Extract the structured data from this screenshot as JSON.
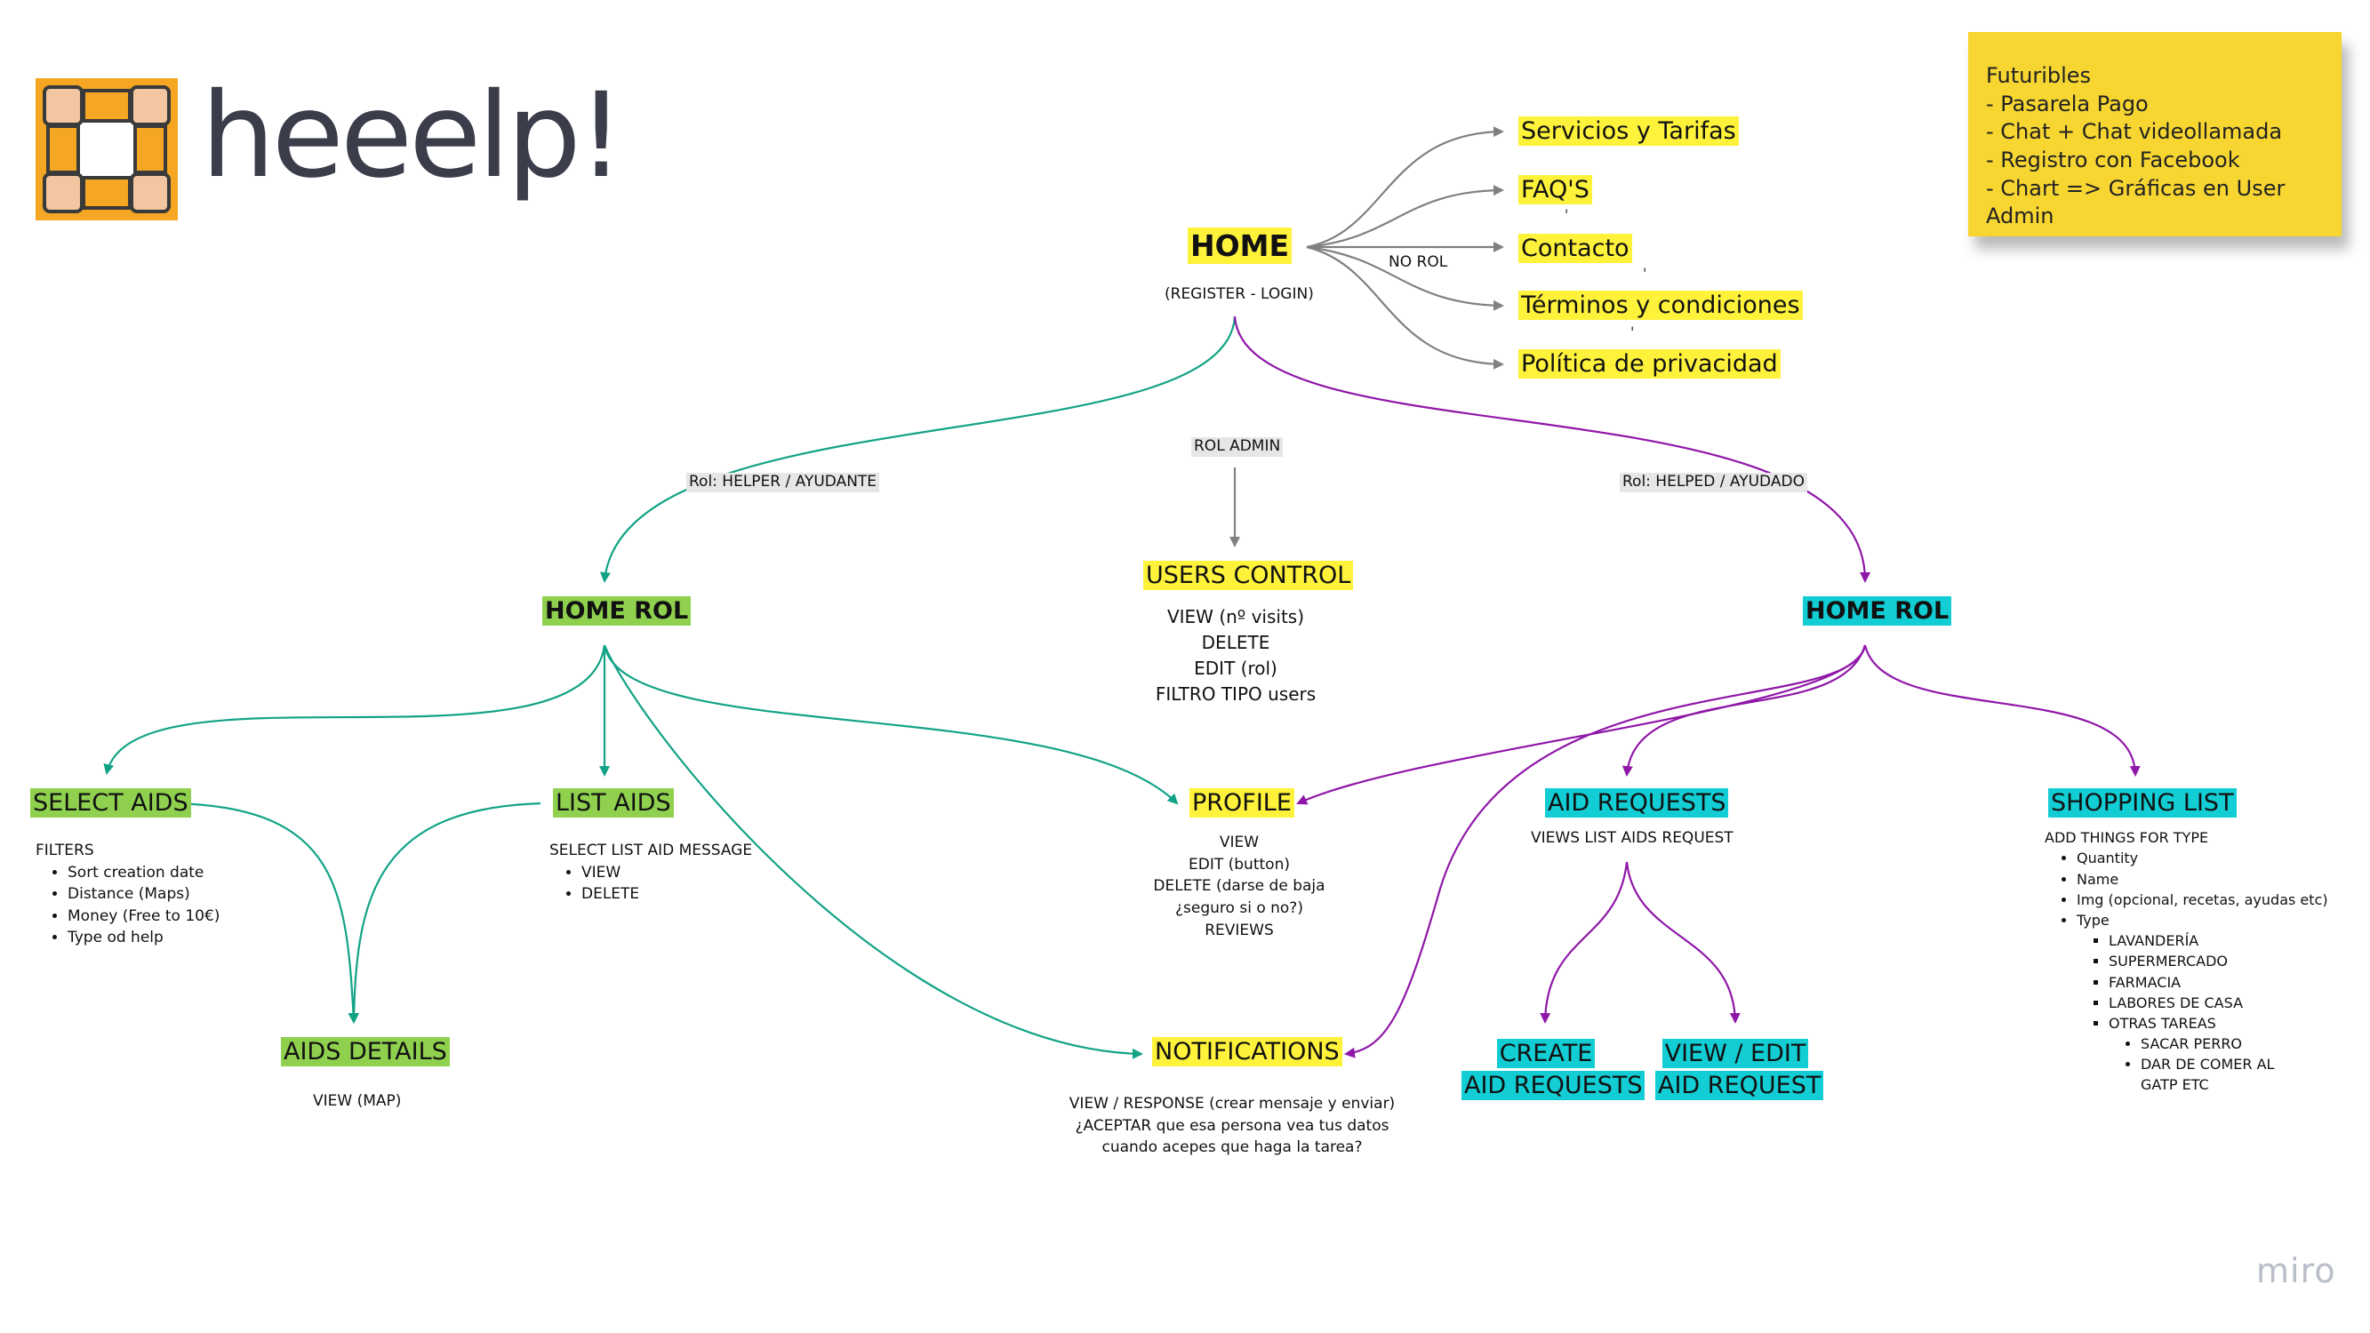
{
  "brand": {
    "name": "heeelp!"
  },
  "watermark": "miro",
  "colors": {
    "yellow": "#fff23b",
    "green": "#8fd14f",
    "cyan": "#12cdd4",
    "sticky": "#f7d631",
    "link_grey": "#808080",
    "link_teal": "#12a386",
    "link_purple": "#8f17a8"
  },
  "sticky": {
    "title": "Futuribles",
    "items": [
      "- Pasarela Pago",
      "- Chat + Chat videollamada",
      "- Registro con Facebook",
      "- Chart => Gráficas en User Admin"
    ]
  },
  "home": {
    "title": "HOME",
    "subtitle": "(REGISTER - LOGIN)"
  },
  "edge_labels": {
    "no_rol": "NO ROL",
    "rol_admin": "ROL ADMIN",
    "rol_helper": "Rol: HELPER / AYUDANTE",
    "rol_helped": "Rol: HELPED / AYUDADO"
  },
  "public_pages": [
    "Servicios y Tarifas",
    "FAQ'S",
    "Contacto",
    "Términos y condiciones",
    "Política de privacidad"
  ],
  "users_control": {
    "title": "USERS CONTROL",
    "lines": [
      "VIEW (nº visits)",
      "DELETE",
      "EDIT (rol)",
      "FILTRO TIPO users"
    ]
  },
  "helper_home": {
    "title": "HOME ROL"
  },
  "helped_home": {
    "title": "HOME ROL"
  },
  "select_aids": {
    "title": "SELECT AIDS",
    "heading": "FILTERS",
    "items": [
      "Sort creation date",
      "Distance (Maps)",
      "Money (Free to 10€)",
      "Type od help"
    ]
  },
  "list_aids": {
    "title": "LIST AIDS",
    "heading": "SELECT LIST AID MESSAGE",
    "items": [
      "VIEW",
      "DELETE"
    ]
  },
  "aids_details": {
    "title": "AIDS DETAILS",
    "note": "VIEW (MAP)"
  },
  "profile": {
    "title": "PROFILE",
    "lines": [
      "VIEW",
      "EDIT (button)",
      "DELETE (darse de baja",
      "¿seguro si o no?)",
      "REVIEWS"
    ]
  },
  "notifications": {
    "title": "NOTIFICATIONS",
    "lines": [
      "VIEW / RESPONSE (crear mensaje y enviar)",
      "¿ACEPTAR que esa persona vea tus datos",
      "cuando acepes que haga la tarea?"
    ]
  },
  "aid_requests": {
    "title": "AID REQUESTS",
    "note": "VIEWS LIST AIDS REQUEST"
  },
  "create_aid": {
    "line1": "CREATE",
    "line2": "AID REQUESTS"
  },
  "view_edit_aid": {
    "line1": "VIEW / EDIT",
    "line2": "AID REQUEST"
  },
  "shopping_list": {
    "title": "SHOPPING LIST",
    "heading": "ADD THINGS FOR TYPE",
    "items": [
      "Quantity",
      "Name",
      "Img (opcional, recetas, ayudas etc)",
      "Type"
    ],
    "types": [
      "LAVANDERÍA",
      "SUPERMERCADO",
      "FARMACIA",
      "LABORES DE CASA",
      "OTRAS TAREAS"
    ],
    "other_tasks": [
      "SACAR PERRO",
      "DAR DE COMER AL GATP ETC"
    ]
  }
}
